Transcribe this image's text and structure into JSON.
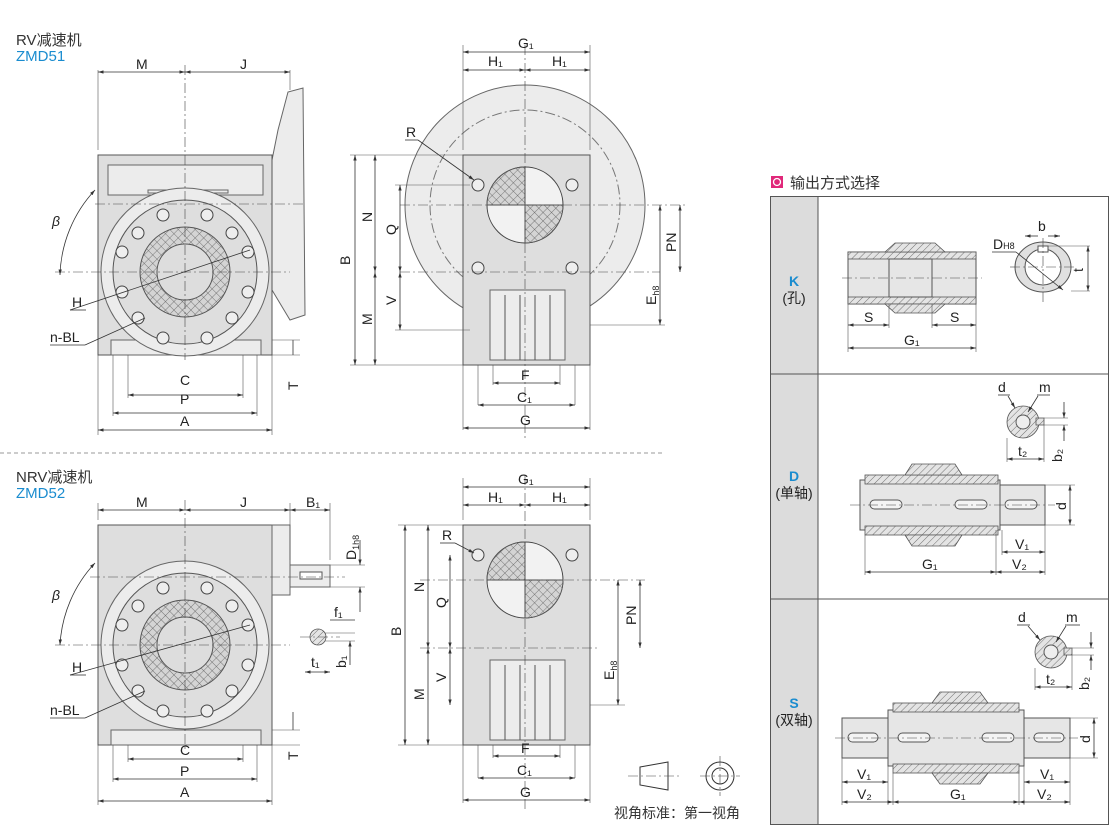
{
  "rv": {
    "title": "RV减速机",
    "model": "ZMD51",
    "front": {
      "M": "M",
      "J": "J",
      "beta": "β",
      "H": "H",
      "nBL": "n-BL",
      "C": "C",
      "P": "P",
      "A": "A",
      "T": "T"
    },
    "side": {
      "G1": "G₁",
      "H1a": "H₁",
      "H1b": "H₁",
      "R": "R",
      "B": "B",
      "N": "N",
      "Q": "Q",
      "M": "M",
      "V": "V",
      "PN": "PN",
      "E": "E",
      "Esub": "h8",
      "F": "F",
      "C1": "C₁",
      "G": "G"
    }
  },
  "nrv": {
    "title": "NRV减速机",
    "model": "ZMD52",
    "front": {
      "M": "M",
      "J": "J",
      "B1": "B₁",
      "D": "D",
      "Dsub": "1h8",
      "beta": "β",
      "f1": "f₁",
      "t1": "t₁",
      "b1": "b₁",
      "H": "H",
      "nBL": "n-BL",
      "C": "C",
      "P": "P",
      "A": "A",
      "T": "T"
    },
    "side": {
      "G1": "G₁",
      "H1a": "H₁",
      "H1b": "H₁",
      "R": "R",
      "B": "B",
      "N": "N",
      "Q": "Q",
      "M": "M",
      "V": "V",
      "PN": "PN",
      "E": "E",
      "Esub": "h8",
      "F": "F",
      "C1": "C₁",
      "G": "G"
    }
  },
  "projection": {
    "caption": "视角标准：第一视角"
  },
  "output_options": {
    "heading": "输出方式选择",
    "accent": "#e0287a",
    "rows": [
      {
        "code": "K",
        "name": "(孔)",
        "labels": {
          "S1": "S",
          "S2": "S",
          "G1": "G₁",
          "D": "D",
          "Dsub": "H8",
          "b": "b",
          "t": "t"
        }
      },
      {
        "code": "D",
        "name": "(单轴)",
        "labels": {
          "d": "d",
          "m": "m",
          "t2": "t₂",
          "b2": "b₂",
          "d2": "d",
          "G1": "G₁",
          "V1": "V₁",
          "V2": "V₂"
        }
      },
      {
        "code": "S",
        "name": "(双轴)",
        "labels": {
          "d": "d",
          "m": "m",
          "t2": "t₂",
          "b2": "b₂",
          "d2": "d",
          "V1a": "V₁",
          "V2a": "V₂",
          "G1": "G₁",
          "V1b": "V₁",
          "V2b": "V₂"
        }
      }
    ]
  }
}
